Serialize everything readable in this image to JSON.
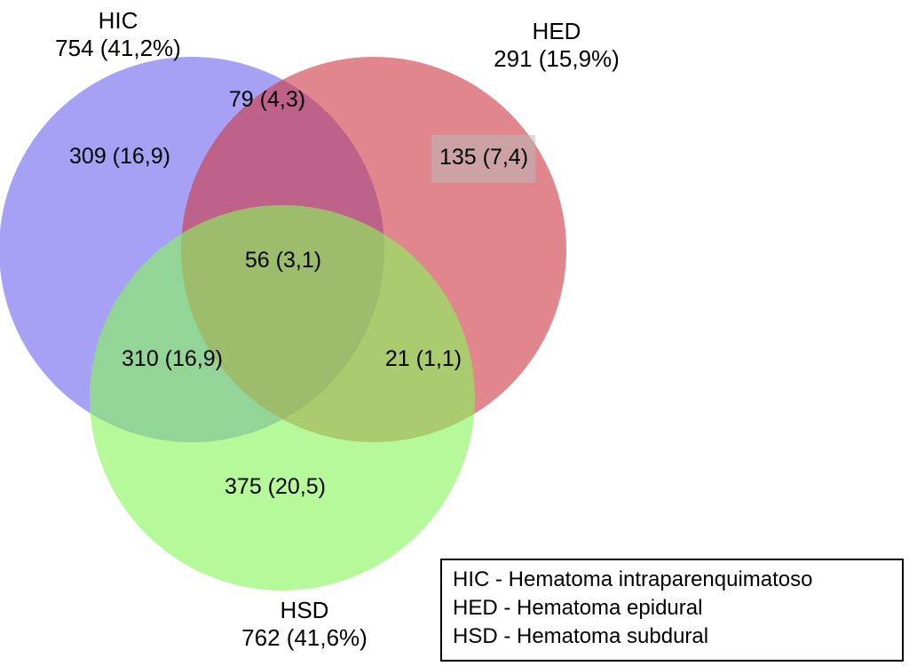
{
  "figure": {
    "type": "venn3",
    "background": "#ffffff"
  },
  "sets": [
    {
      "key": "HIC",
      "name": "HIC",
      "count_label": "754 (41,2%)",
      "count": 754,
      "percent": 41.2,
      "color": "#8a85f7",
      "description": "Hematoma intraparenquimatoso"
    },
    {
      "key": "HED",
      "name": "HED",
      "count_label": "291 (15,9%)",
      "count": 291,
      "percent": 15.9,
      "color": "#d9666e",
      "description": "Hematoma epidural"
    },
    {
      "key": "HSD",
      "name": "HSD",
      "count_label": "762 (41,6%)",
      "count": 762,
      "percent": 41.6,
      "color": "#aaf98a",
      "description": "Hematoma subdural"
    }
  ],
  "regions": {
    "hic_only": {
      "label": "309 (16,9)",
      "count": 309,
      "percent": 16.9
    },
    "hed_only": {
      "label": "135 (7,4)",
      "count": 135,
      "percent": 7.4,
      "highlighted": true
    },
    "hsd_only": {
      "label": "375 (20,5)",
      "count": 375,
      "percent": 20.5
    },
    "hic_hed": {
      "label": "79 (4,3)",
      "count": 79,
      "percent": 4.3
    },
    "hic_hsd": {
      "label": "310 (16,9)",
      "count": 310,
      "percent": 16.9
    },
    "hed_hsd": {
      "label": "21 (1,1)",
      "count": 21,
      "percent": 1.1
    },
    "hic_hed_hsd": {
      "label": "56 (3,1)",
      "count": 56,
      "percent": 3.1
    }
  },
  "legend": {
    "rows": [
      "HIC - Hematoma intraparenquimatoso",
      "HED - Hematoma epidural",
      "HSD - Hematoma subdural"
    ]
  },
  "chart_data": {
    "type": "venn",
    "title": "",
    "sets": [
      "HIC",
      "HED",
      "HSD"
    ],
    "set_totals": {
      "HIC": 754,
      "HED": 291,
      "HSD": 762
    },
    "set_total_percents": {
      "HIC": 41.2,
      "HED": 15.9,
      "HSD": 41.6
    },
    "region_counts": {
      "HIC_only": 309,
      "HED_only": 135,
      "HSD_only": 375,
      "HIC_HED": 79,
      "HIC_HSD": 310,
      "HED_HSD": 21,
      "HIC_HED_HSD": 56
    },
    "region_percents": {
      "HIC_only": 16.9,
      "HED_only": 7.4,
      "HSD_only": 20.5,
      "HIC_HED": 4.3,
      "HIC_HSD": 16.9,
      "HED_HSD": 1.1,
      "HIC_HED_HSD": 3.1
    },
    "colors": {
      "HIC": "#8a85f7",
      "HED": "#d9666e",
      "HSD": "#aaf98a"
    },
    "decimal_separator": ",",
    "legend_position": "bottom-right"
  }
}
